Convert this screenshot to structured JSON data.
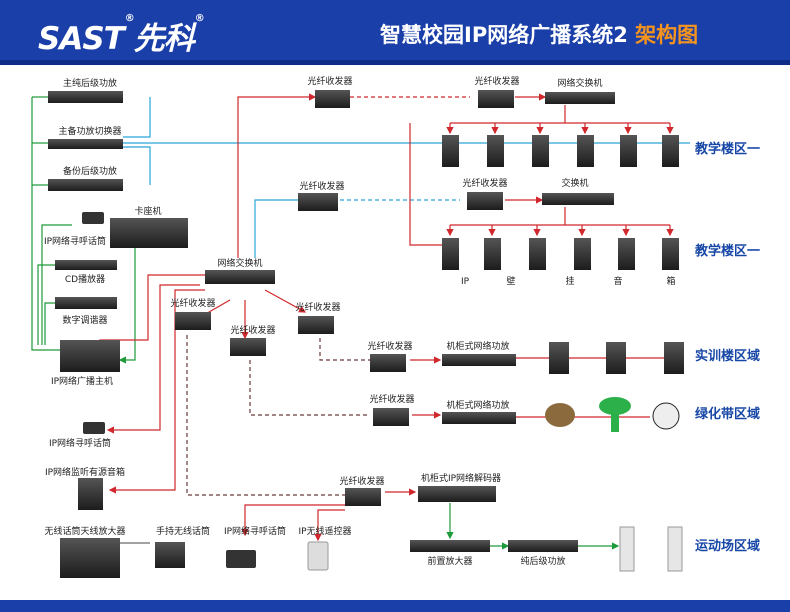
{
  "header": {
    "logo_text": "SAST",
    "logo_reg": "®",
    "logo_cn": "先科",
    "title_main": "智慧校园IP网络广播系统2 ",
    "title_accent": "架构图"
  },
  "colors": {
    "header_bg": "#1a3fa8",
    "title_accent": "#f7941d",
    "line_red": "#d0282c",
    "line_cyan": "#2aa5d6",
    "line_green": "#1d9a3b",
    "zone_text": "#1747a6"
  },
  "labels": {
    "main_amp": "主纯后级功放",
    "switcher": "主备功放切换器",
    "backup_amp": "备份后级功放",
    "card_player": "卡座机",
    "call_station_1": "IP网络寻呼话筒",
    "cd_player": "CD播放器",
    "tuner": "数字调谐器",
    "host": "IP网络广播主机",
    "call_station_2": "IP网络寻呼话筒",
    "monitor_speaker": "IP网络监听有源音箱",
    "wireless_amp": "无线话筒天线放大器",
    "handheld_mic": "手持无线话筒",
    "call_station_3": "IP网络寻呼话筒",
    "remote": "IP无线遥控器",
    "center_switch": "网络交换机",
    "fiber_top": "光纤收发器",
    "fiber_mid": "光纤收发器",
    "fiber_left": "光纤收发器",
    "fiber_center": "光纤收发器",
    "fiber_right": "光纤收发器",
    "fiber_a": "光纤收发器",
    "switch_a": "网络交换机",
    "fiber_b": "光纤收发器",
    "switch_b": "交换机",
    "fiber_train": "光纤收发器",
    "rack_amp_train": "机柜式网络功放",
    "fiber_green": "光纤收发器",
    "rack_amp_green": "机柜式网络功放",
    "fiber_sport": "光纤收发器",
    "decoder": "机柜式IP网络解码器",
    "preamp": "前置放大器",
    "power_amp": "纯后级功放",
    "wall_speaker_chars": [
      "IP",
      "壁",
      "挂",
      "音",
      "箱"
    ]
  },
  "zones": {
    "teach1": "教学楼区一",
    "teach2": "教学楼区一",
    "training": "实训楼区域",
    "green": "绿化带区域",
    "sports": "运动场区域"
  }
}
